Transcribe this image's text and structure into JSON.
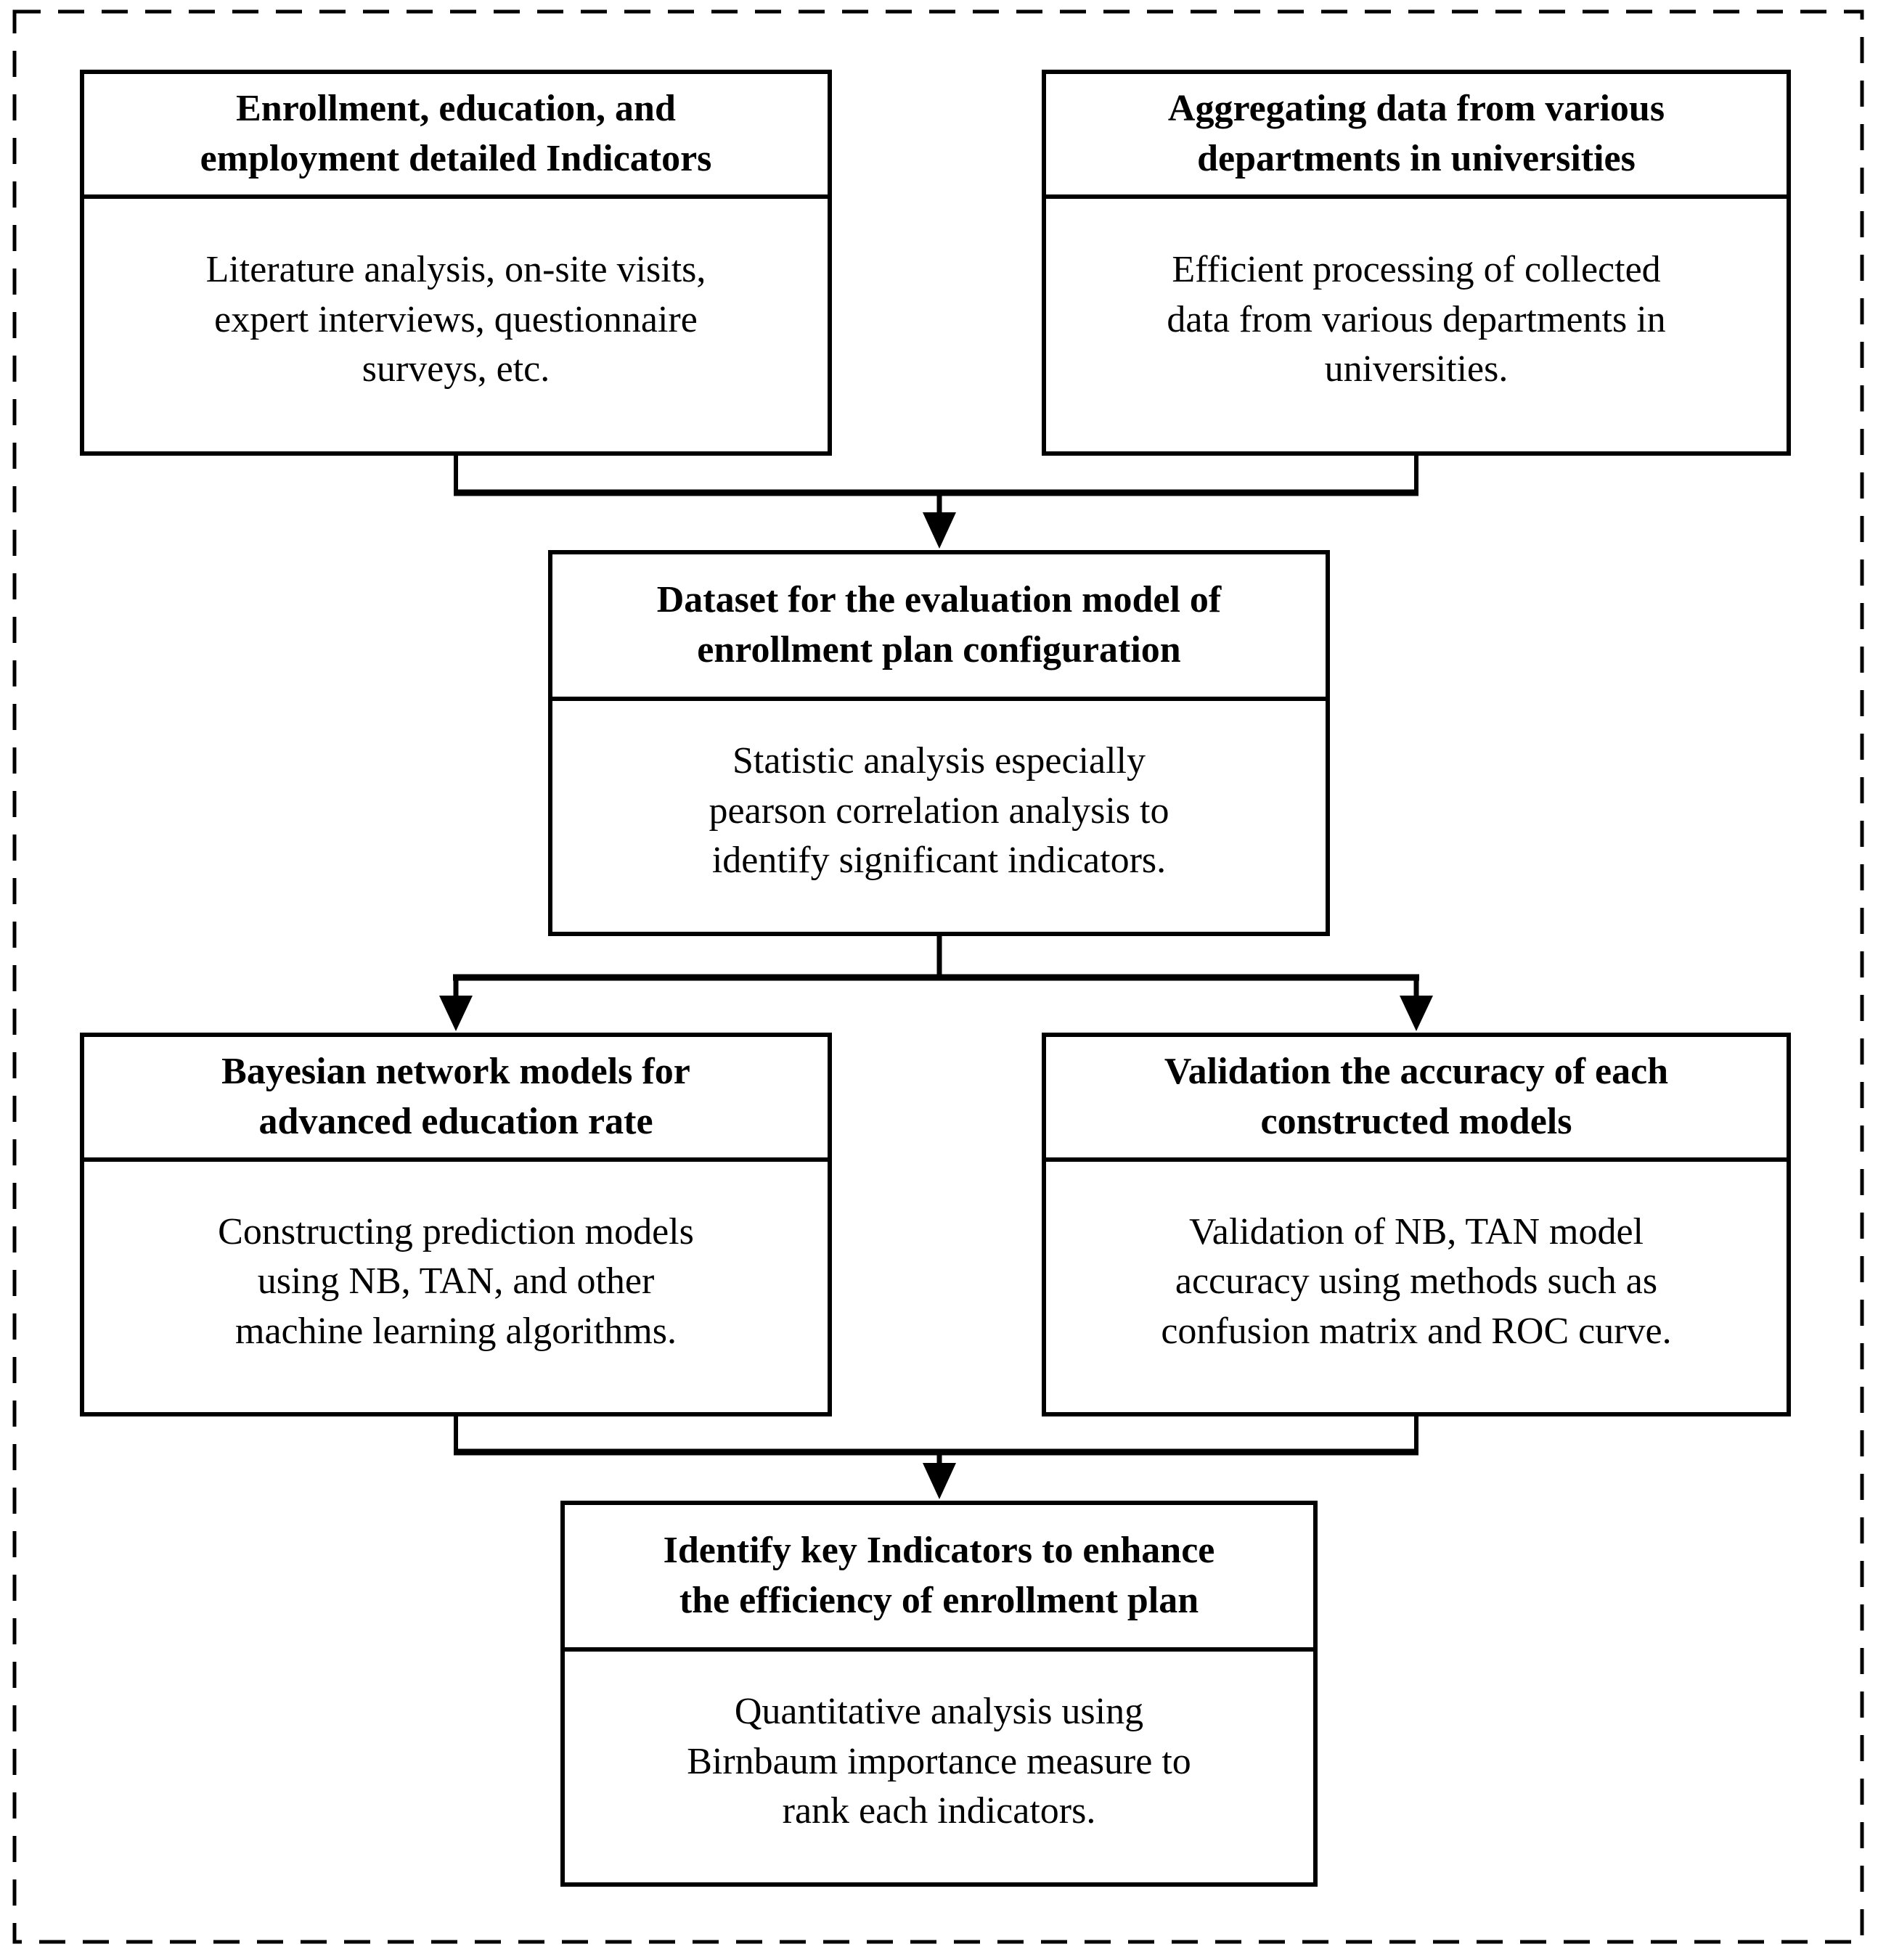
{
  "diagram": {
    "description": "Flowchart of the methodology for an enrollment plan evaluation model",
    "colors": {
      "line": "#000000",
      "background": "#ffffff",
      "text": "#000000"
    },
    "boxes": [
      {
        "id": "indicators",
        "title": [
          "Enrollment, education, and",
          "employment detailed Indicators"
        ],
        "body": [
          "Literature analysis, on-site visits,",
          "expert interviews, questionnaire",
          "surveys, etc."
        ]
      },
      {
        "id": "aggregating",
        "title": [
          "Aggregating data from various",
          "departments in universities"
        ],
        "body": [
          "Efficient processing of collected",
          "data from various departments in",
          "universities."
        ]
      },
      {
        "id": "dataset",
        "title": [
          "Dataset for the evaluation model of",
          "enrollment plan configuration"
        ],
        "body": [
          "Statistic analysis especially",
          "pearson correlation analysis to",
          "identify significant indicators."
        ]
      },
      {
        "id": "bayesian",
        "title": [
          "Bayesian network models for",
          "advanced education rate"
        ],
        "body": [
          "Constructing prediction models",
          "using NB, TAN, and other",
          "machine learning algorithms."
        ]
      },
      {
        "id": "validation",
        "title": [
          "Validation the accuracy of each",
          "constructed models"
        ],
        "body": [
          "Validation of NB, TAN model",
          "accuracy  using methods such as",
          "confusion matrix and ROC curve."
        ]
      },
      {
        "id": "identify",
        "title": [
          "Identify key Indicators to enhance",
          "the efficiency of enrollment plan"
        ],
        "body": [
          "Quantitative analysis using",
          "Birnbaum importance measure to",
          "rank each indicators."
        ]
      }
    ]
  }
}
